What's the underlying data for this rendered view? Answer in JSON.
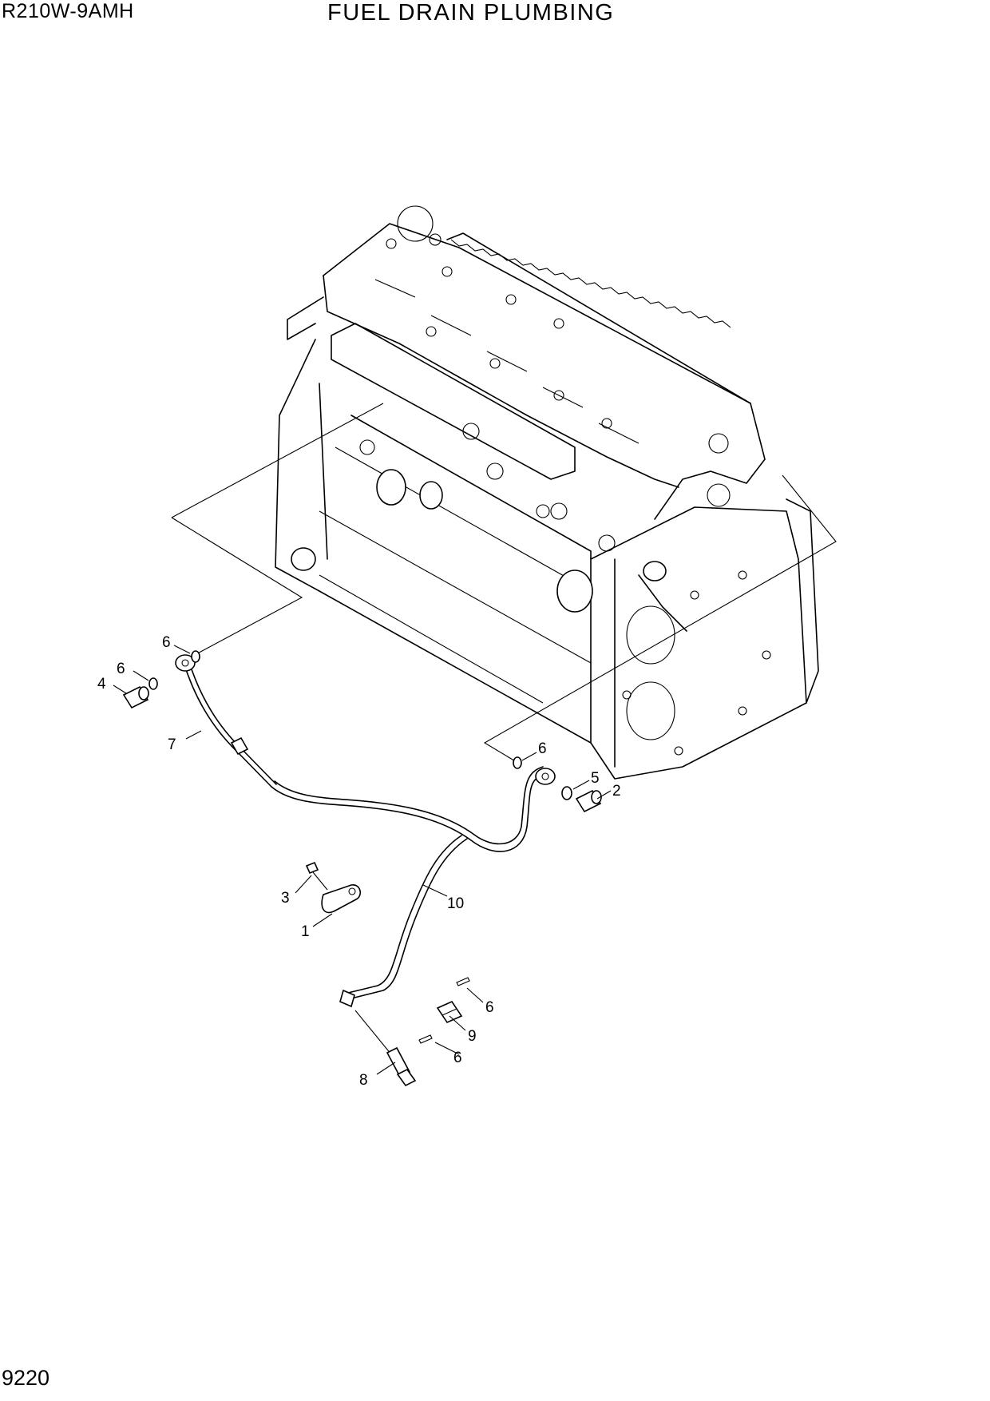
{
  "header": {
    "model": "R210W-9AMH",
    "title": "FUEL DRAIN PLUMBING"
  },
  "footer": {
    "page_number": "9220"
  },
  "callouts": [
    "6",
    "6",
    "4",
    "7",
    "6",
    "5",
    "2",
    "3",
    "1",
    "10",
    "6",
    "9",
    "6",
    "8"
  ]
}
